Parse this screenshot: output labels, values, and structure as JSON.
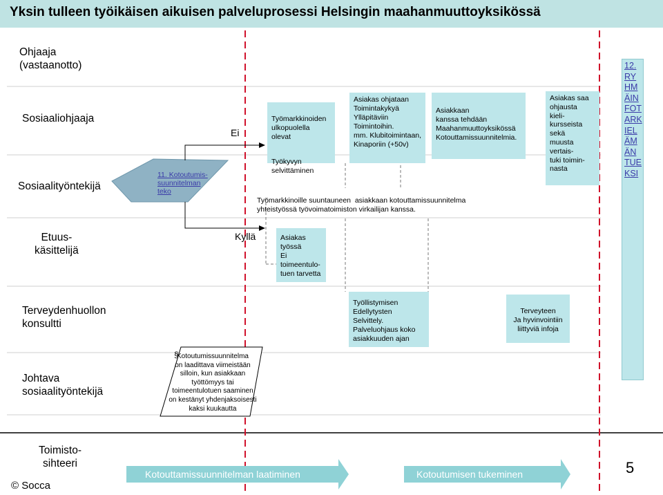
{
  "title": "Yksin tulleen työikäisen aikuisen palveluprosessi Helsingin maahanmuuttoyksikössä",
  "roles": [
    "Ohjaaja\n(vastaanotto)",
    "Sosiaaliohjaaja",
    "Sosiaalityöntekijä",
    "Etuus-\nkäsittelijä",
    "Terveydenhuollon\nkonsultti",
    "Johtava\nsosiaalityöntekijä",
    "Toimisto-\nsihteeri"
  ],
  "decision": {
    "label": "11. Kotoutumis-\nsuunnitelman\nteko",
    "yes": "Kyllä",
    "no": "Ei"
  },
  "boxes": {
    "ulkopuoliset": "Työmarkkinoiden\nulkopuolella\nolevat",
    "tyokyky": "Työkyvyn\nselvittäminen",
    "toimintakyky": "Asiakas ohjataan\nToimintakykyä\nYlläpitäviin\nToimintoihin.\nmm. Klubitoimintaan,\nKinaporiin (+50v)",
    "kotouttaminen": "Asiakkaan\nkanssa tehdään\nMaahanmuuttoyksikössä\nKotouttamissuunnitelmia.",
    "kielikurssi": "Asiakas saa\nohjausta\nkieli-\nkursseista\nsekä\nmuusta\nvertais-\ntuki toimin-\nnasta",
    "tyossa": "Asiakas\ntyössä\nEi\ntoimeentulo-\ntuen tarvetta",
    "tyollistyminen": "Työllistymisen\nEdellytysten\nSelvittely.\nPalveluohjaus koko\nasiakkuuden ajan",
    "terveys": "Terveyteen\nJa hyvinvointiin\nliittyviä infoja"
  },
  "work_market_text": "Työmarkkinoille suuntauneen  asiakkaan kotouttamissuunnitelma\nyhteistyössä työvoimatoimiston virkailijan kanssa.",
  "note": "Kotoutumissuunnitelma\non laadittava viimeistään\nsilloin, kun asiakkaan\ntyöttömyys tai\ntoimeentulotuen saaminen\non kestänyt yhdenjaksoisesti\nkaksi kuukautta",
  "box_12": "12. RYHMÄINFOT ARKIELÄMÄN TUEKSI",
  "arrows": {
    "left": "Kotouttamissuunnitelman laatiminen",
    "right": "Kotoutumisen tukeminen"
  },
  "copyright": "© Socca",
  "page_number": "5",
  "colors": {
    "title_bg": "#bfe3e3",
    "box_fill": "#bde6ea",
    "arrow_fill": "#8fd2d6",
    "decision_fill": "#8fb2c4",
    "divider_red": "#d0102a"
  }
}
